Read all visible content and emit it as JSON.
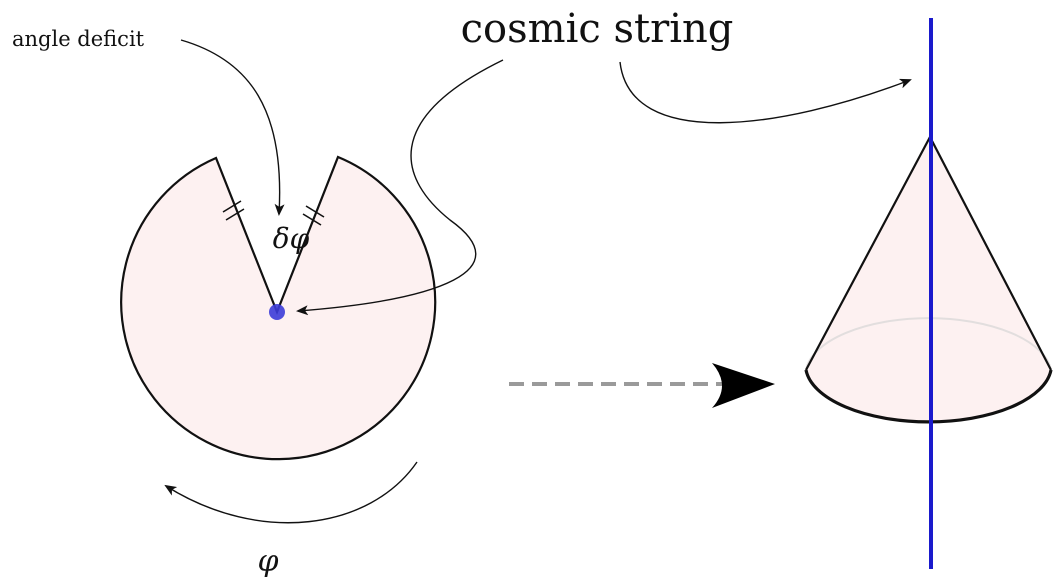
{
  "diagram": {
    "labels": {
      "title": "cosmic string",
      "angle_deficit": "angle deficit",
      "delta_phi": "δφ",
      "phi": "φ"
    },
    "colors": {
      "disk_fill": "#fdf1f1",
      "outline": "#111111",
      "string": "#1a1acc",
      "string_point": "#3c3cd8",
      "dashed_arrow": "#9a9a9a",
      "cone_back_rim": "#e2dede"
    }
  }
}
